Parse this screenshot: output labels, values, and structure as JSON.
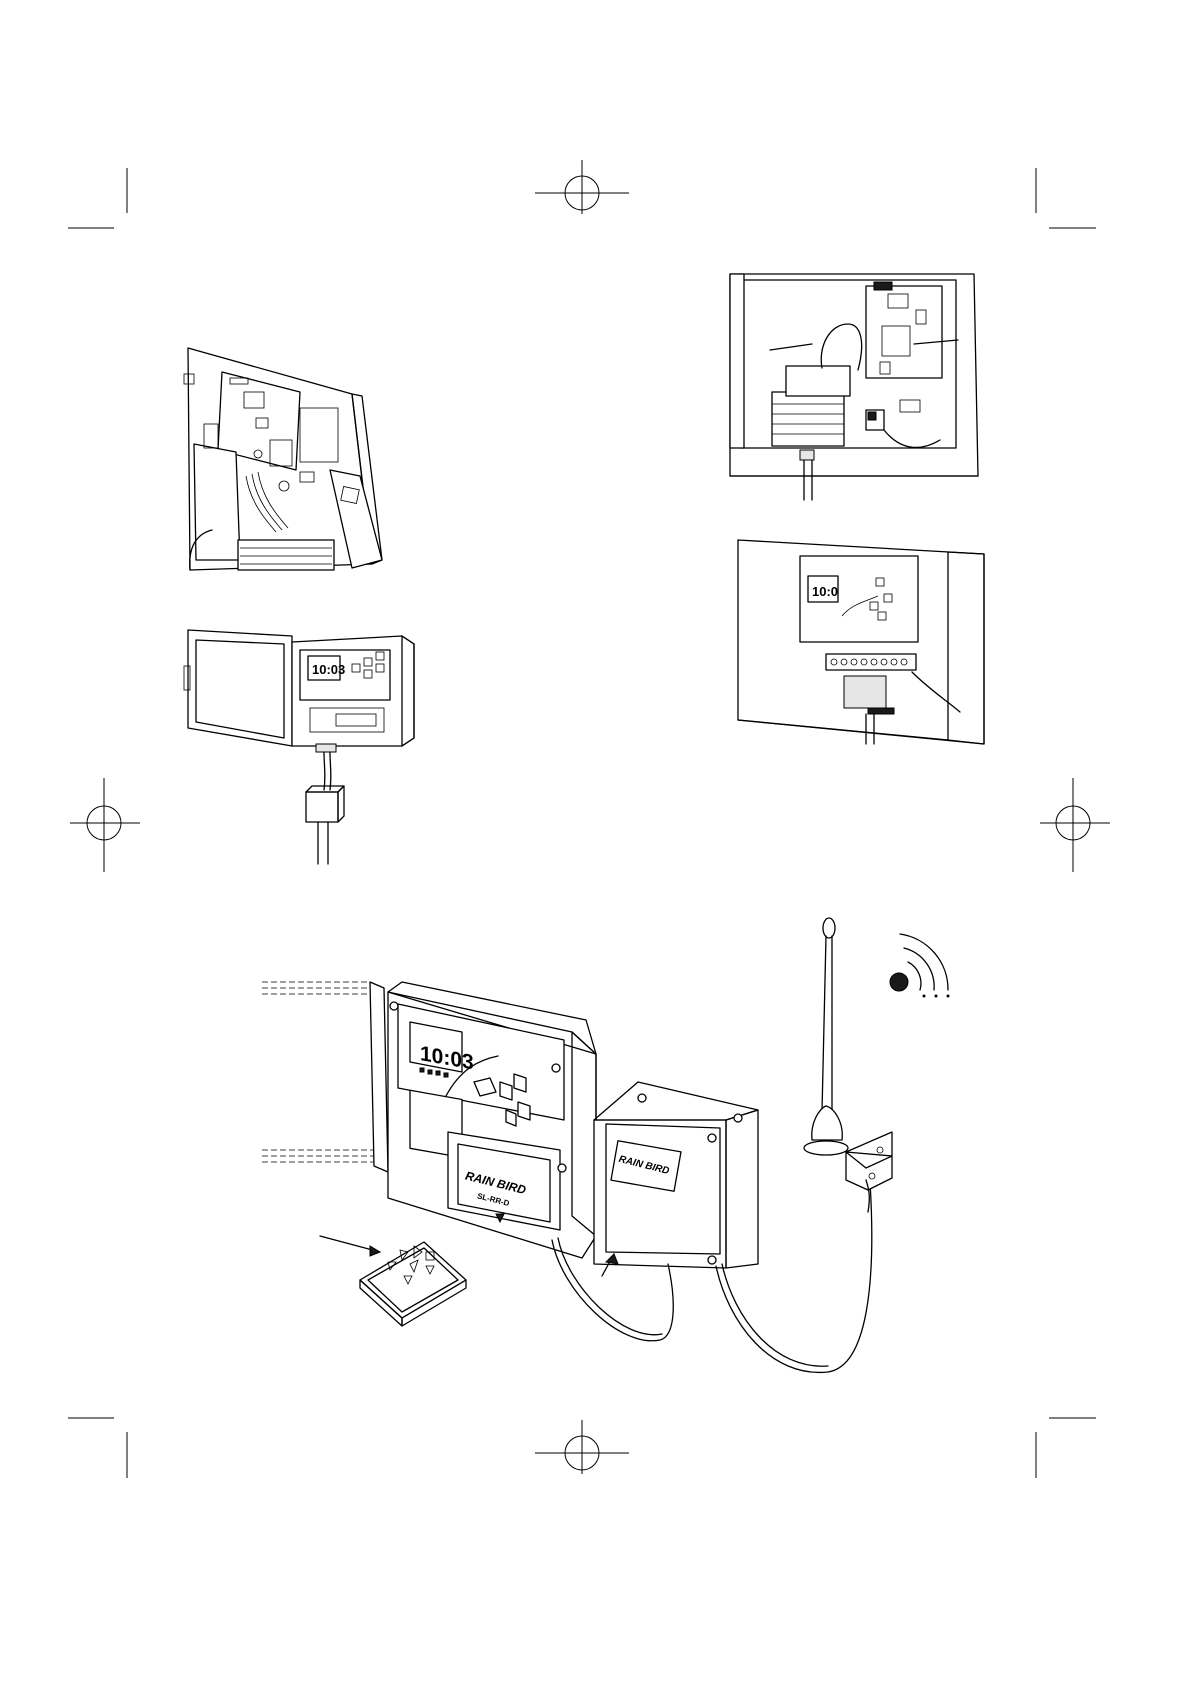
{
  "colors": {
    "ink": "#000000",
    "paper": "#ffffff",
    "panel": "#e6e6e6"
  },
  "figures": {
    "fig1": {
      "name": "controller-hinged-panel-rear"
    },
    "fig2": {
      "name": "controller-open-front",
      "display": "10:03"
    },
    "fig3": {
      "name": "controller-transformer-interior"
    },
    "fig4": {
      "name": "controller-terminal-strip",
      "display": "10:0"
    },
    "fig5": {
      "name": "remote-control-system",
      "display": "10:03",
      "controller_brand": "RAIN BIRD",
      "model": "SL-RR-D",
      "receiver_brand": "RAIN BIRD",
      "signal_icon": "radio-signal-icon",
      "remote_icon": "remote-control-icon"
    }
  }
}
